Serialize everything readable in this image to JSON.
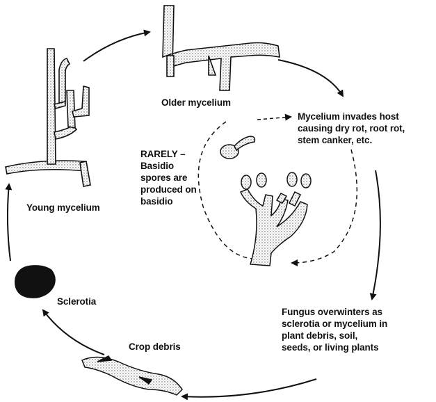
{
  "labels": {
    "older_mycelium": "Older mycelium",
    "young_mycelium": "Young mycelium",
    "sclerotia": "Sclerotia",
    "crop_debris": "Crop debris",
    "invades": [
      "Mycelium invades host",
      "causing dry rot, root rot,",
      "stem canker, etc."
    ],
    "rarely": [
      "RARELY –",
      "Basidio",
      "spores are",
      "produced on",
      "basidio"
    ],
    "overwinters": [
      "Fungus overwinters as",
      "sclerotia or mycelium in",
      "plant debris, soil,",
      "seeds, or living plants"
    ]
  },
  "colors": {
    "ink": "#111111",
    "paper": "#ffffff",
    "shade": "#9a9a9a"
  }
}
